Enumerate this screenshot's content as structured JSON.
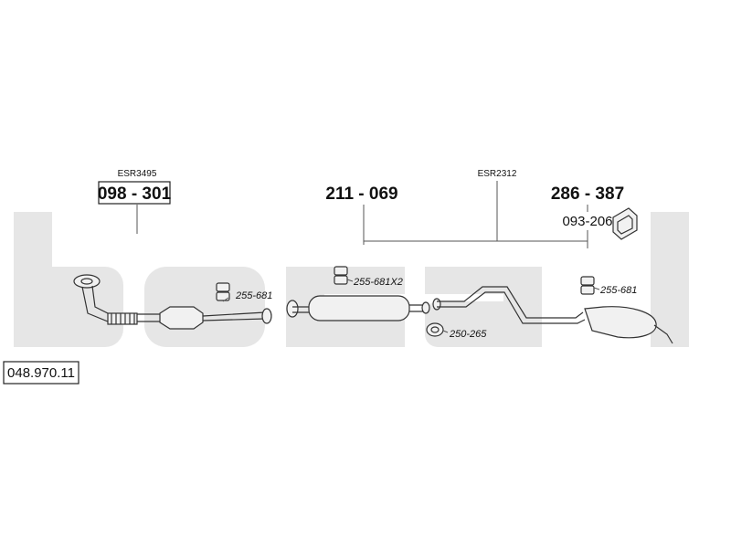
{
  "diagram": {
    "catalog_number": "048.970.11",
    "watermark_text": "bosal",
    "front_group": {
      "code_label": "ESR3495",
      "part_number": "098 - 301",
      "mount": "255-681"
    },
    "center_group": {
      "part_number": "211 - 069",
      "mount": "255-681X2",
      "clamp": "250-265"
    },
    "rear_group": {
      "code_label": "ESR2312",
      "part_number": "286 - 387",
      "bracket": "093-206",
      "mount": "255-681"
    },
    "colors": {
      "watermark": "#e6e6e6",
      "line": "#333333",
      "part_fill": "#f1f1f1"
    }
  }
}
